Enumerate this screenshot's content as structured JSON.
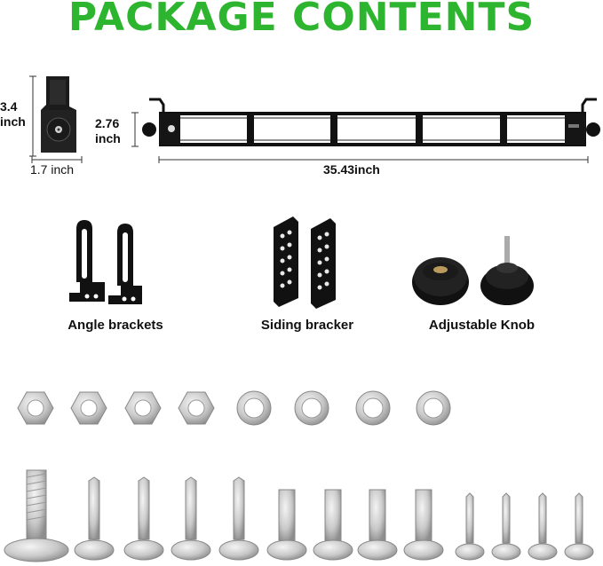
{
  "title": "PACKAGE CONTENTS",
  "colors": {
    "title": "#2eb52f",
    "metal": "#111111"
  },
  "dimensions": {
    "side_height": "3.4",
    "side_height_unit": "inch",
    "side_width": "1.7 inch",
    "bar_height": "2.76",
    "bar_height_unit": "inch",
    "bar_length": "35.43inch"
  },
  "items": [
    {
      "label": "Angle brackets"
    },
    {
      "label": "Siding bracker"
    },
    {
      "label": "Adjustable Knob"
    }
  ]
}
